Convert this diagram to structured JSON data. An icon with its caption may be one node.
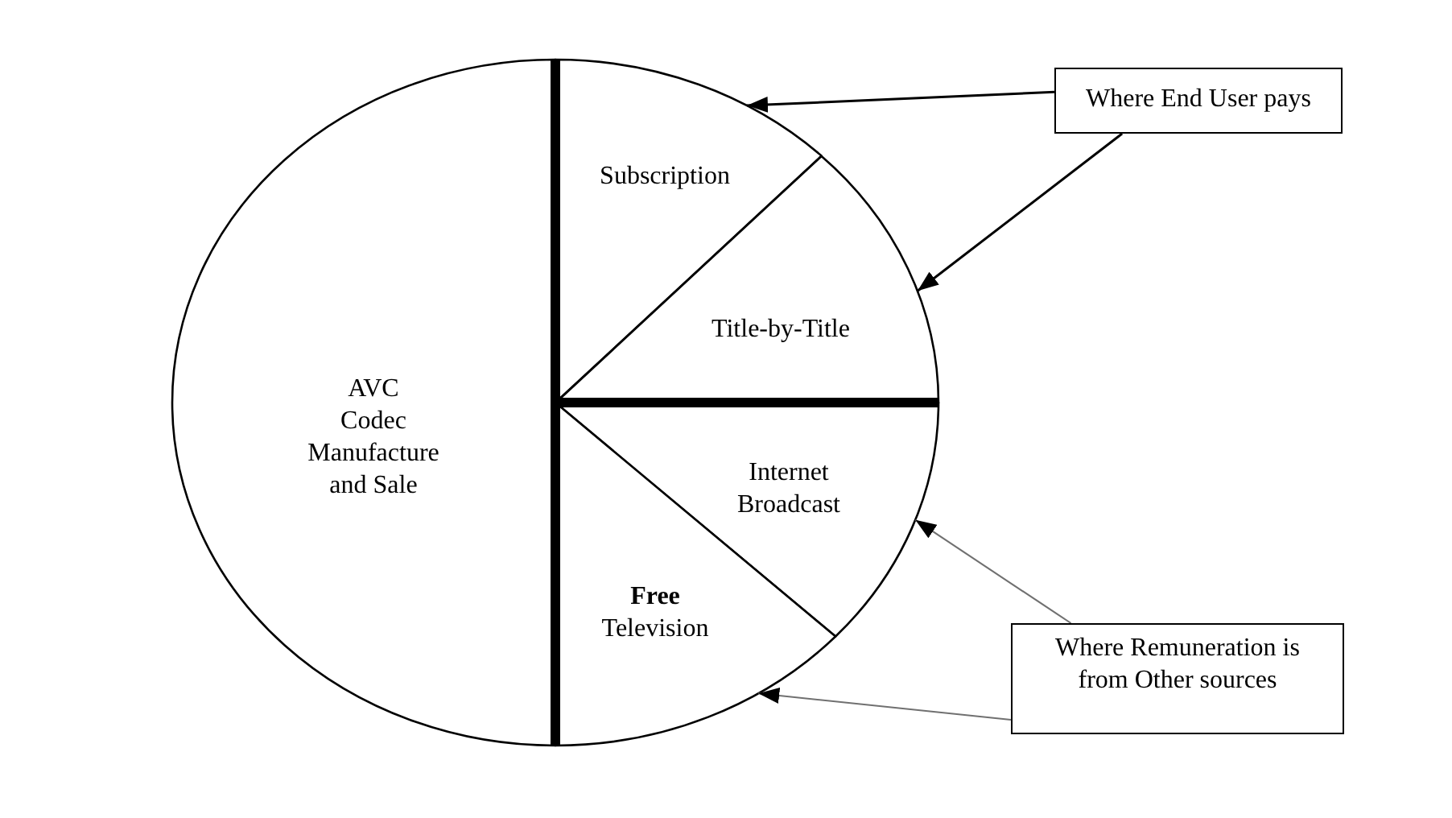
{
  "diagram": {
    "nodes": [
      {
        "text": [
          "AVC Codec Manufacture and Sale"
        ]
      },
      {
        "text": [
          "Subscription"
        ]
      },
      {
        "text": [
          "Title-by-Title"
        ]
      },
      {
        "text": [
          "Internet Broadcast"
        ]
      },
      {
        "text": [
          "**Free** Television"
        ]
      },
      {
        "text": [
          "Where End User pays"
        ]
      },
      {
        "text": [
          "Where Remuneration is from Other sources"
        ]
      }
    ],
    "edges": [
      {
        "from": 5,
        "to": 1,
        "arrow": "to"
      },
      {
        "from": 5,
        "to": 2,
        "arrow": "to"
      },
      {
        "from": 6,
        "to": 3,
        "arrow": "to",
        "color": "#707070"
      },
      {
        "from": 6,
        "to": 4,
        "arrow": "to",
        "color": "#707070"
      }
    ]
  }
}
